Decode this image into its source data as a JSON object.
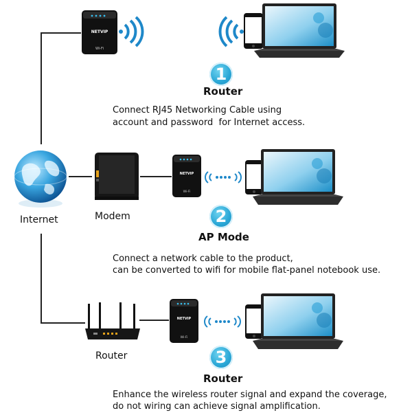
{
  "labels": {
    "internet": "Internet",
    "modem": "Modem",
    "router_device": "Router",
    "extender_brand": "NETVIP",
    "extender_logo": "Wi-Fi"
  },
  "steps": [
    {
      "number": "1",
      "title": "Router",
      "desc_line1": "Connect RJ45 Networking Cable using",
      "desc_line2": "account and password  for Internet access."
    },
    {
      "number": "2",
      "title": "AP Mode",
      "desc_line1": "Connect a network cable to the product,",
      "desc_line2": "can be converted to wifi for mobile flat-panel notebook use."
    },
    {
      "number": "3",
      "title": "Router",
      "desc_line1": "Enhance the wireless router signal and expand the coverage,",
      "desc_line2": "do not wiring can achieve signal amplification."
    }
  ],
  "colors": {
    "accent": "#2aa7d6",
    "wifi": "#1e88c9",
    "line": "#222222"
  }
}
